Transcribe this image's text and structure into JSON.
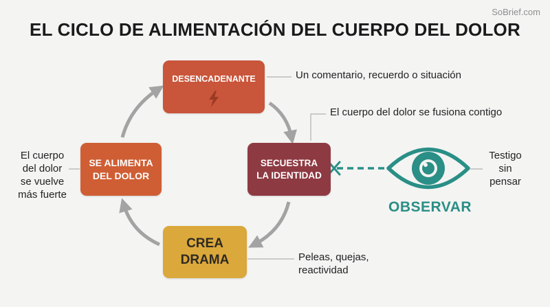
{
  "watermark": "SoBrief.com",
  "title": "EL CICLO DE ALIMENTACIÓN DEL CUERPO DEL DOLOR",
  "boxes": {
    "trigger": {
      "label": "DESENCADENANTE",
      "icon": "lightning-bolt-icon",
      "color": "#c9553a"
    },
    "hijack": {
      "line1": "SECUESTRA",
      "line2": "LA IDENTIDAD",
      "color": "#8e3a43"
    },
    "drama": {
      "line1": "CREA",
      "line2": "DRAMA",
      "color": "#dba83b"
    },
    "feed": {
      "line1": "SE ALIMENTA",
      "line2": "DEL DOLOR",
      "color": "#cf5e34"
    }
  },
  "notes": {
    "trigger": "Un comentario, recuerdo o situación",
    "hijack": "El cuerpo del dolor se fusiona contigo",
    "drama_line1": "Peleas, quejas,",
    "drama_line2": "reactividad",
    "feed_line1": "El cuerpo",
    "feed_line2": "del dolor",
    "feed_line3": "se vuelve",
    "feed_line4": "más fuerte",
    "witness_line1": "Testigo",
    "witness_line2": "sin",
    "witness_line3": "pensar"
  },
  "observe": {
    "label": "OBSERVAR",
    "icon": "eye-icon",
    "color": "#2a8f86"
  },
  "colors": {
    "arrow": "#a3a3a3",
    "observe_accent": "#2a8f86"
  }
}
